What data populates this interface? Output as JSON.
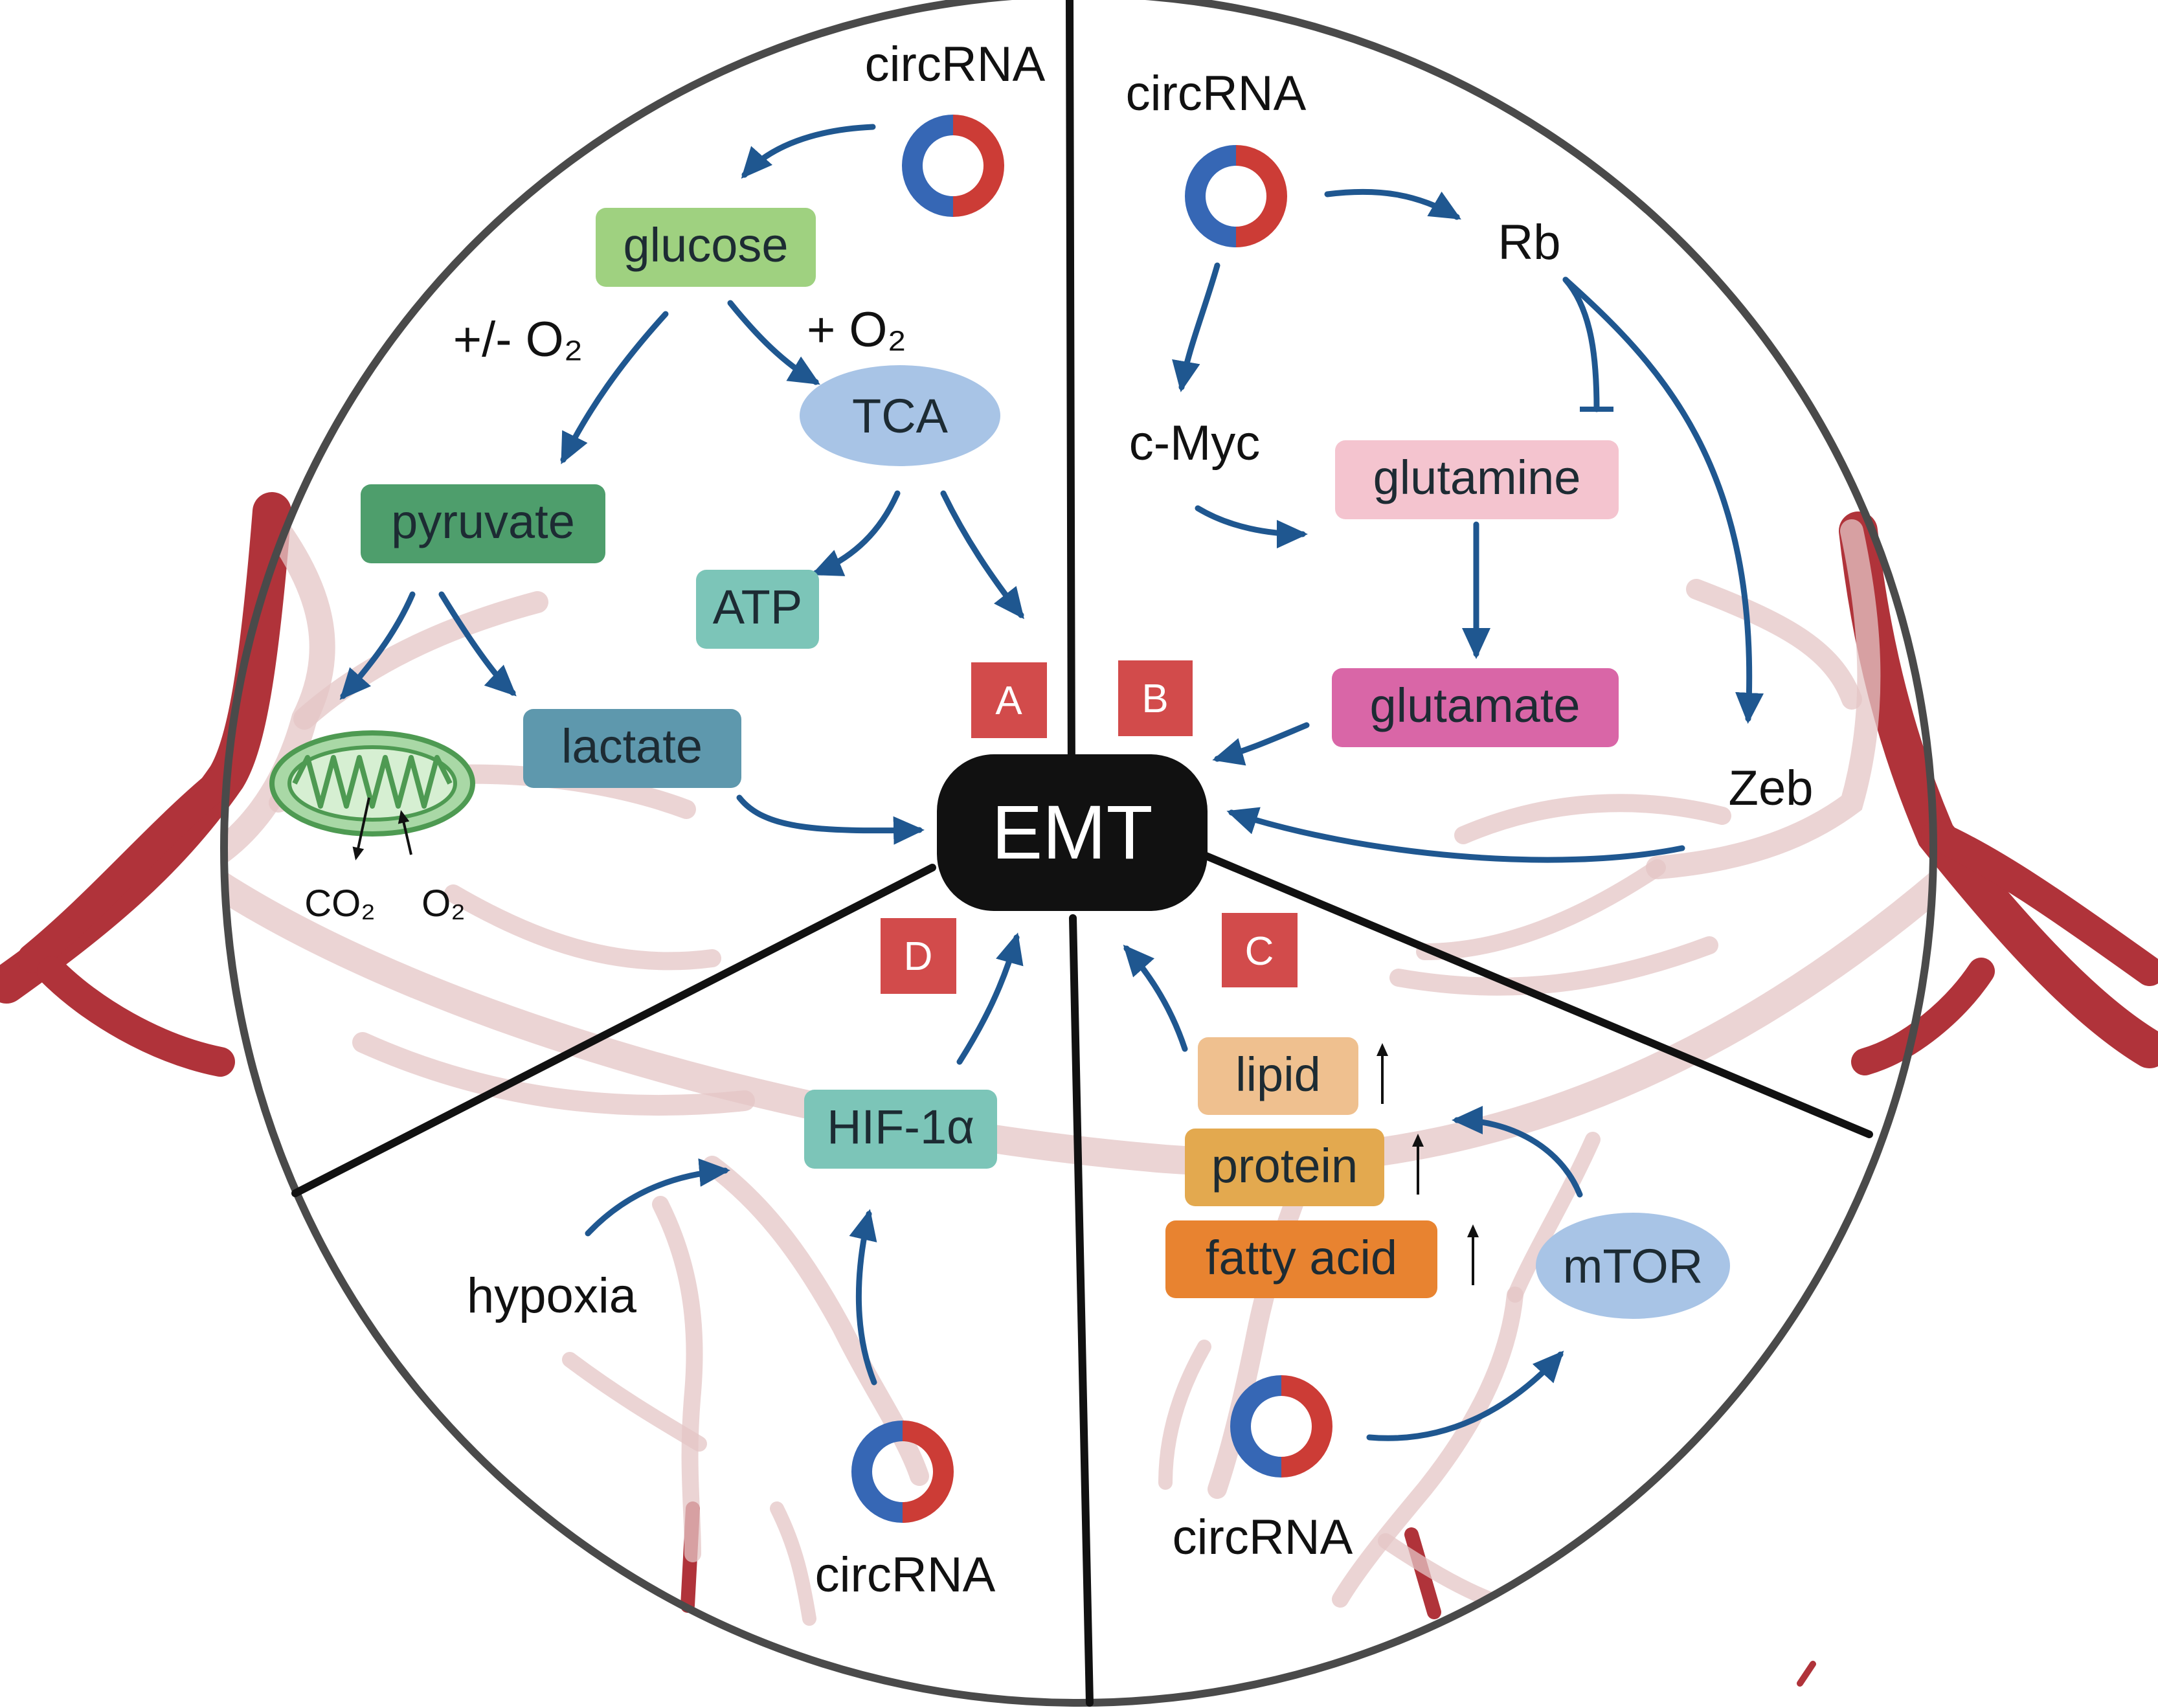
{
  "emt": "EMT",
  "panel_tags": {
    "a": "A",
    "b": "B",
    "c": "C",
    "d": "D"
  },
  "colors": {
    "arrow": "#1f5790",
    "tag": "#d24b4b",
    "emt_bg": "#111111",
    "vessel_dark": "#b0333a",
    "vessel_light": "#e4c6c6",
    "circ_blue": "#3667b5",
    "circ_red": "#cc3c36"
  },
  "icons": [
    "circrna-ring-icon",
    "mitochondrion-icon",
    "blood-vessel-icon"
  ],
  "panel_a": {
    "circrna": "circRNA",
    "glucose": "glucose",
    "o2_plus_minus": "+/- O₂",
    "o2_plus": "+ O₂",
    "tca": "TCA",
    "pyruvate": "pyruvate",
    "atp": "ATP",
    "lactate": "lactate",
    "co2": "CO₂",
    "o2": "O₂"
  },
  "panel_b": {
    "circrna": "circRNA",
    "rb": "Rb",
    "cmyc": "c-Myc",
    "glutamine": "glutamine",
    "glutamate": "glutamate",
    "zeb": "Zeb"
  },
  "panel_c": {
    "lipid": "lipid",
    "protein": "protein",
    "fatty_acid": "fatty acid",
    "mtor": "mTOR",
    "circrna": "circRNA"
  },
  "panel_d": {
    "hif": "HIF-1α",
    "hypoxia": "hypoxia",
    "circrna": "circRNA"
  }
}
